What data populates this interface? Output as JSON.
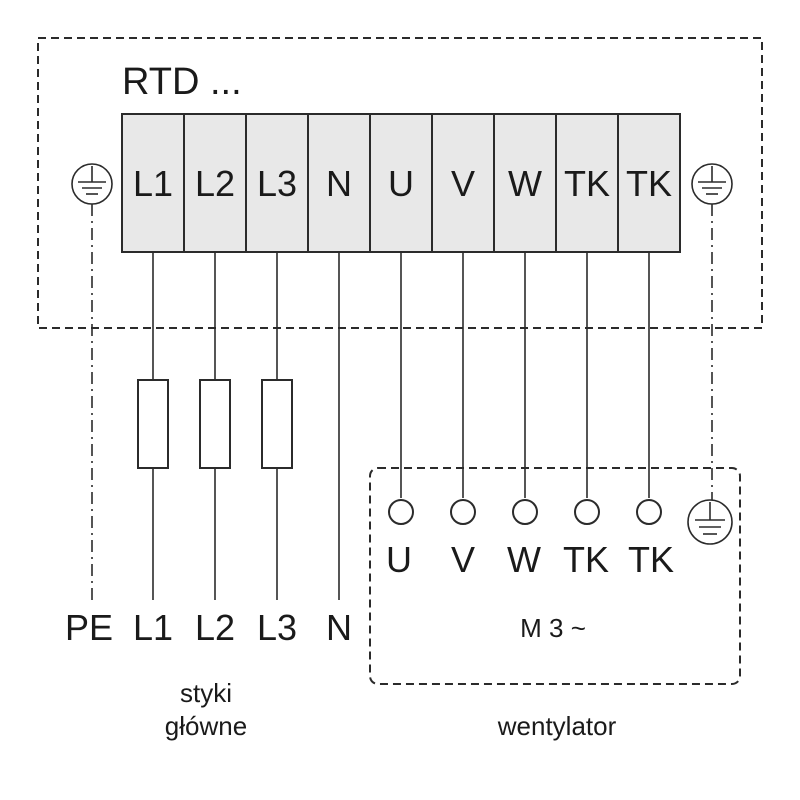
{
  "controller": {
    "title": "RTD ...",
    "terminals": [
      "L1",
      "L2",
      "L3",
      "N",
      "U",
      "V",
      "W",
      "TK",
      "TK"
    ]
  },
  "supply": {
    "labels": [
      "PE",
      "L1",
      "L2",
      "L3",
      "N"
    ],
    "caption_line1": "styki",
    "caption_line2": "główne"
  },
  "fan": {
    "terminals": [
      "U",
      "V",
      "W",
      "TK",
      "TK"
    ],
    "motor_label": "M 3 ~",
    "caption": "wentylator"
  },
  "icons": [
    "ground-icon",
    "fuse-icon",
    "terminal-node-icon"
  ]
}
